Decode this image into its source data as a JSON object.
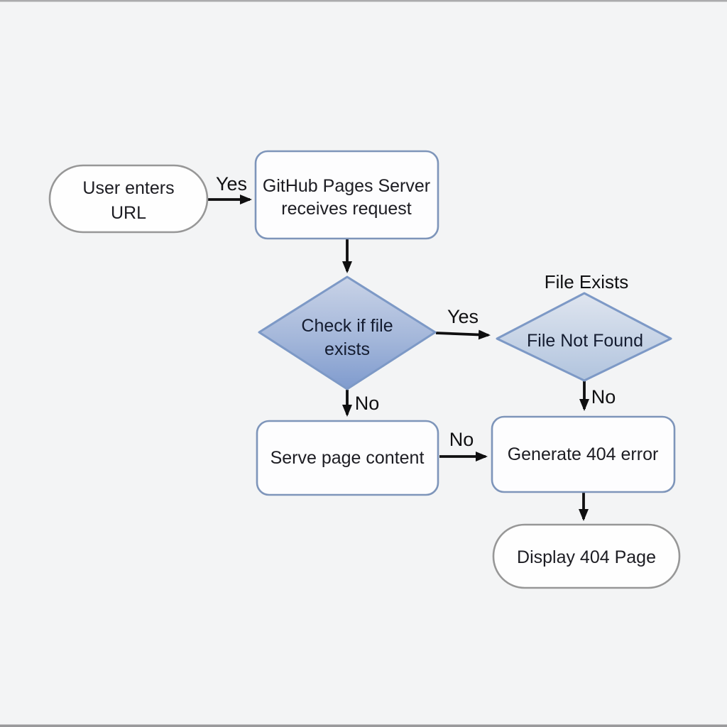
{
  "canvas": {
    "background": "#f3f4f5",
    "top_edge_line_color": "#ababad",
    "bottom_edge_line_color": "#99999b"
  },
  "colors": {
    "node_fill": "#fdfdfe",
    "terminal_border": "#979797",
    "process_border": "#7e95ba",
    "decision_border": "#7d99c6",
    "decision_check_gradient_top": "#c9d3e7",
    "decision_check_gradient_bottom": "#7f9bce",
    "decision_notfound_gradient_top": "#dfe5ef",
    "decision_notfound_gradient_bottom": "#b1c4de",
    "arrow_color": "#0f0f10",
    "text_color": "#1c1c22"
  },
  "diagram": {
    "type": "flowchart",
    "nodes": {
      "start": {
        "shape": "stadium",
        "line1": "User enters",
        "line2": "URL"
      },
      "server": {
        "shape": "process",
        "line1": "GitHub Pages Server",
        "line2": "receives request"
      },
      "check": {
        "shape": "decision",
        "line1": "Check if file",
        "line2": "exists"
      },
      "not_found": {
        "shape": "decision",
        "label": "File Not Found"
      },
      "serve": {
        "shape": "process",
        "label": "Serve page content"
      },
      "generate": {
        "shape": "process",
        "label": "Generate 404 error"
      },
      "display": {
        "shape": "stadium",
        "label": "Display 404 Page"
      }
    },
    "edge_labels": {
      "start_to_server": "Yes",
      "check_to_not_found": "Yes",
      "check_to_serve": "No",
      "serve_to_generate": "No",
      "not_found_to_generate": "No"
    },
    "annotations": {
      "file_exists": "File Exists"
    }
  }
}
